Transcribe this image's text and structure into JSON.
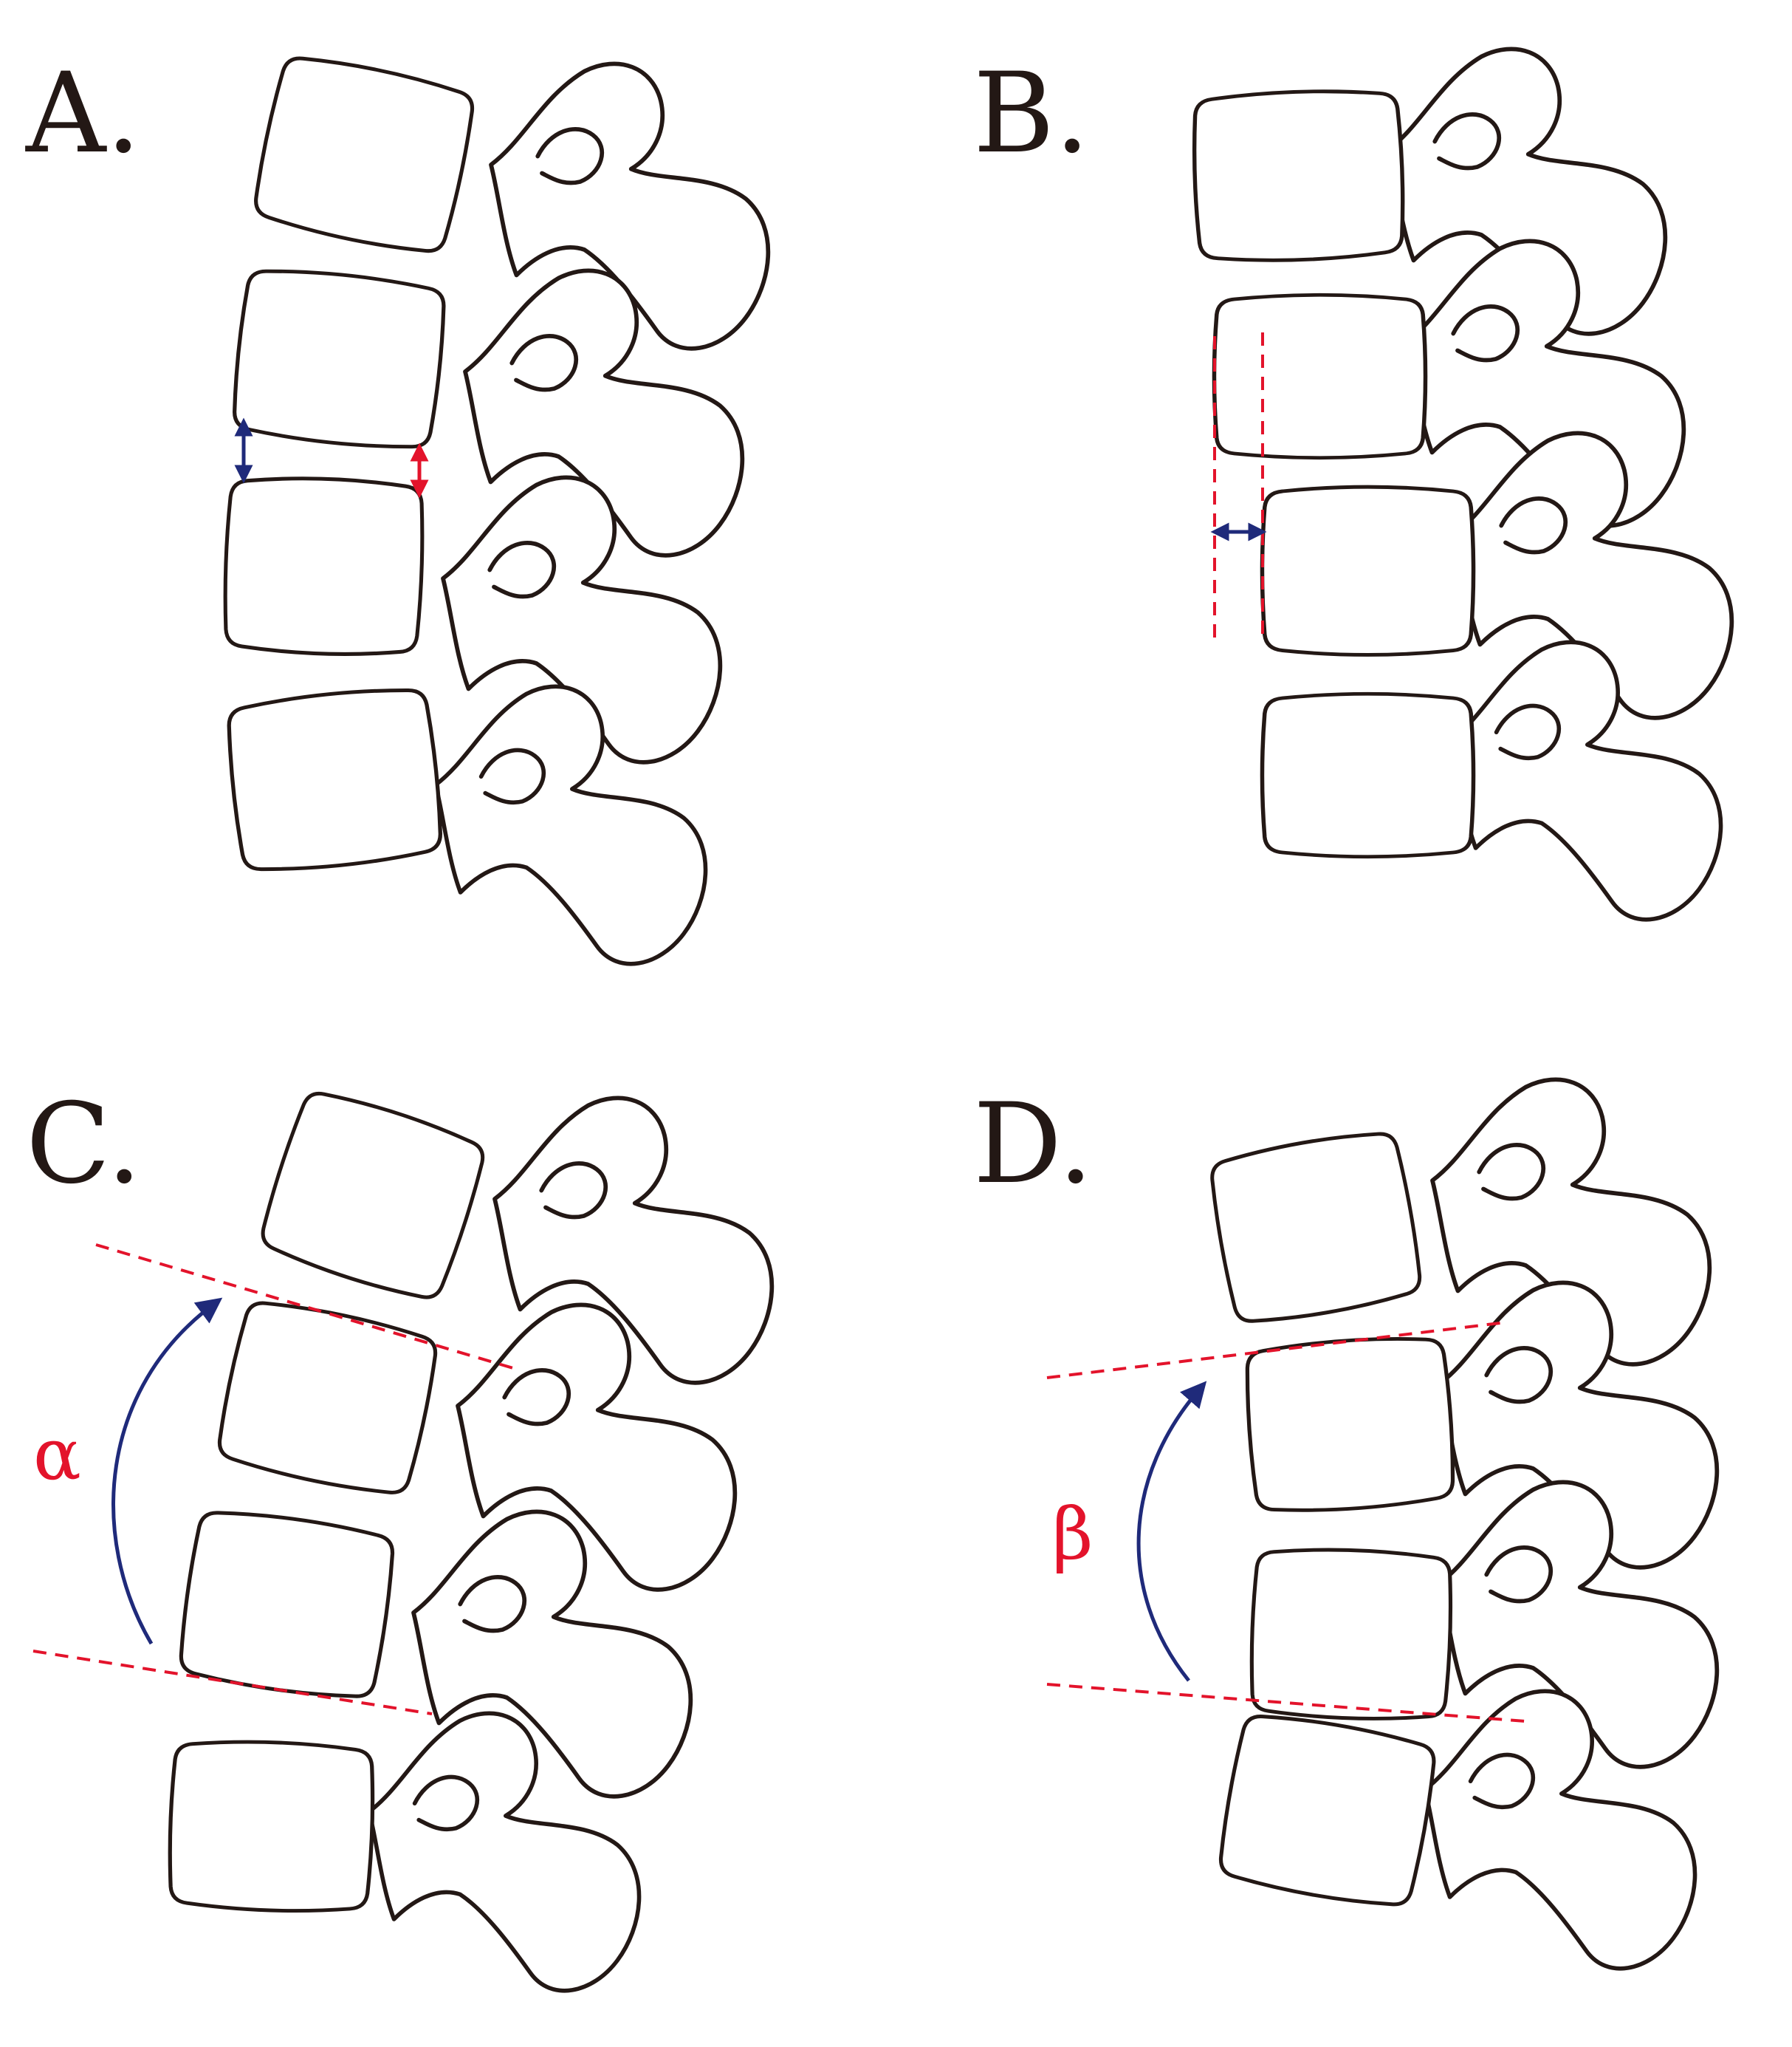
{
  "panels": {
    "a": {
      "label": "A."
    },
    "b": {
      "label": "B."
    },
    "c": {
      "label": "C.",
      "angle_symbol": "α"
    },
    "d": {
      "label": "D.",
      "angle_symbol": "β"
    }
  },
  "colors": {
    "outline": "#231815",
    "measure_red": "#e3132b",
    "measure_blue": "#1f2a7a",
    "background": "#ffffff"
  }
}
